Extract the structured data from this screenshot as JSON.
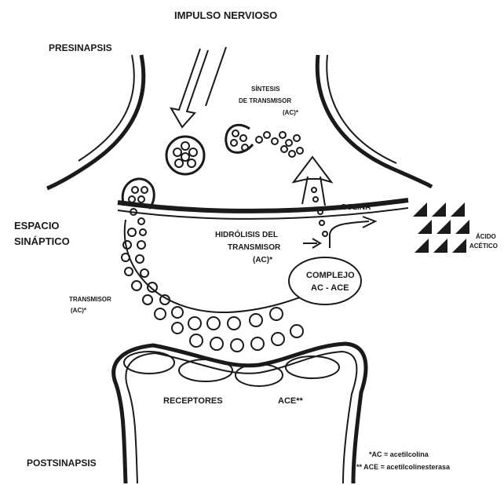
{
  "labels": {
    "impulse": "IMPULSO NERVIOSO",
    "presynapse": "PRESINAPSIS",
    "synthesis_line1": "SÍNTESIS",
    "synthesis_line2": "DE TRANSMISOR",
    "synthesis_line3": "(AC)*",
    "synaptic_space_line1": "ESPACIO",
    "synaptic_space_line2": "SINÁPTICO",
    "choline": "COLINA",
    "hydrolysis_line1": "HIDRÓLISIS DEL",
    "hydrolysis_line2": "TRANSMISOR",
    "hydrolysis_line3": "(AC)*",
    "acetic_line1": "ÁCIDO",
    "acetic_line2": "ACÉTICO",
    "complex_line1": "COMPLEJO",
    "complex_line2": "AC - ACE",
    "transmitter_line1": "TRANSMISOR",
    "transmitter_line2": "(AC)*",
    "receptors": "RECEPTORES",
    "ace": "ACE**",
    "postsynapse": "POSTSINAPSIS"
  },
  "legend": {
    "ac": "*AC = acetilcolina",
    "ace": "** ACE = acetilcolinesterasa"
  },
  "colors": {
    "ink": "#1a1a1a",
    "paper": "#ffffff"
  }
}
